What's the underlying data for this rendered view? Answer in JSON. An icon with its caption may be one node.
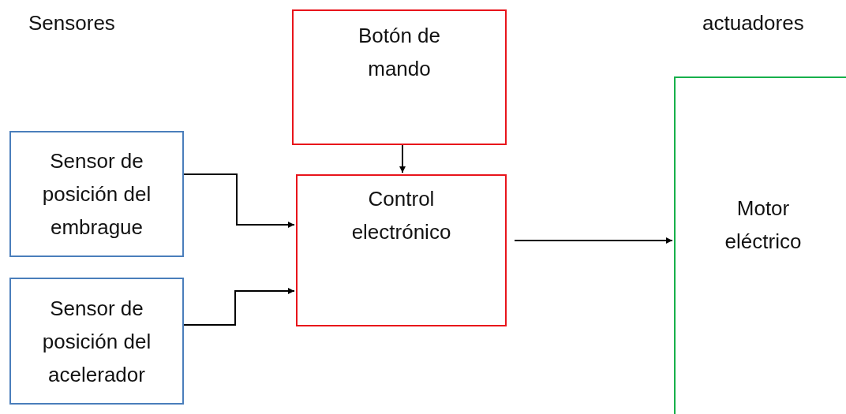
{
  "diagram": {
    "nodes": [
      {
        "text": [
          "Botón de mando"
        ]
      },
      {
        "text": [
          "Sensor de posición del embrague"
        ]
      },
      {
        "text": [
          "Control electrónico"
        ]
      },
      {
        "text": [
          "Motor eléctrico"
        ]
      },
      {
        "text": [
          "Sensor de posición del acelerador"
        ]
      }
    ],
    "edges": [
      {
        "from": 1,
        "to": 2,
        "arrow": "to"
      },
      {
        "from": 4,
        "to": 2,
        "arrow": "to"
      },
      {
        "from": 0,
        "to": 2,
        "arrow": "to"
      },
      {
        "from": 2,
        "to": 3,
        "arrow": "to"
      }
    ],
    "labels": [
      "Sensores",
      "actuadores"
    ]
  }
}
